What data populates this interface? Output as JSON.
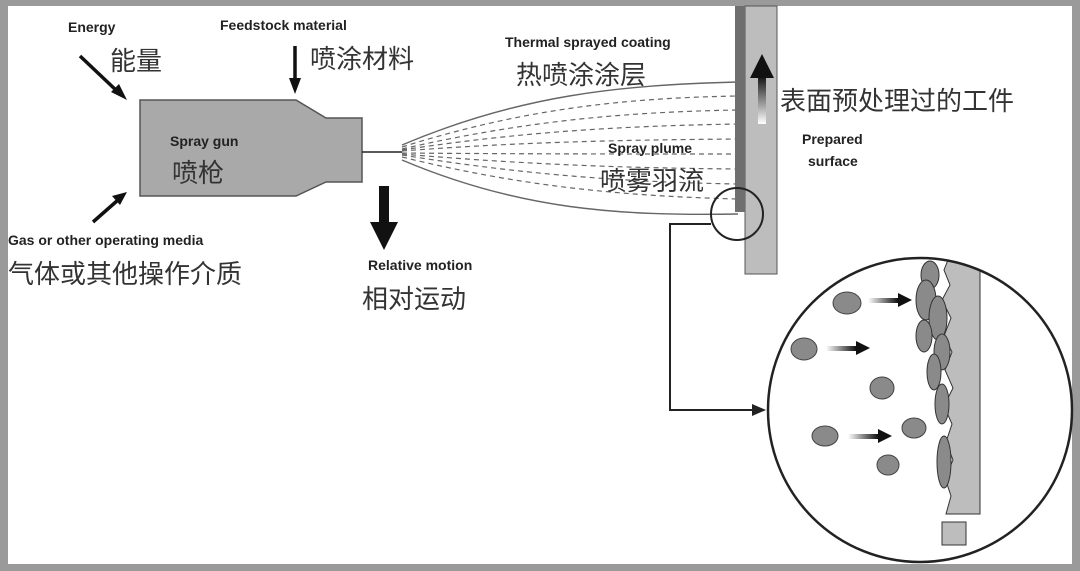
{
  "labels": {
    "energy_en": "Energy",
    "energy_zh": "能量",
    "feedstock_en": "Feedstock material",
    "feedstock_zh": "喷涂材料",
    "coating_en": "Thermal sprayed coating",
    "coating_zh": "热喷涂涂层",
    "gun_en": "Spray gun",
    "gun_zh": "喷枪",
    "plume_en": "Spray plume",
    "plume_zh": "喷雾羽流",
    "workpiece_zh": "表面预处理过的工件",
    "surface_en_1": "Prepared",
    "surface_en_2": "surface",
    "gas_en": "Gas or other operating media",
    "gas_zh": "气体或其他操作介质",
    "motion_en": "Relative motion",
    "motion_zh": "相对运动"
  },
  "colors": {
    "gun_fill": "#a9a9a9",
    "workpiece_fill": "#bdbdbd",
    "particle_fill": "#8a8a8a",
    "frame": "#9a9a9a",
    "ink": "#222222"
  }
}
